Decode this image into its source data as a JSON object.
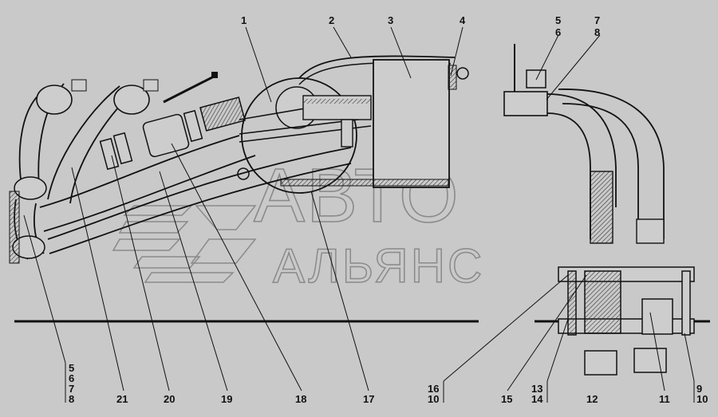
{
  "watermark": {
    "line1": "АВТО",
    "line2": "АЛЬЯНС"
  },
  "callouts": {
    "c1": "1",
    "c2": "2",
    "c3": "3",
    "c4": "4",
    "c5": "5",
    "c6": "6",
    "c7": "7",
    "c8": "8",
    "c5678_a": "5",
    "c5678_b": "6",
    "c5678_c": "7",
    "c5678_d": "8",
    "c21": "21",
    "c20": "20",
    "c19": "19",
    "c18": "18",
    "c17": "17",
    "c16": "16",
    "c10a": "10",
    "c15": "15",
    "c13": "13",
    "c14": "14",
    "c12": "12",
    "c11": "11",
    "c9": "9",
    "c10b": "10"
  },
  "colors": {
    "background": "#c9c9c9",
    "line": "#111111",
    "part_fill": "#cdcdcd",
    "hatch": "#555555",
    "watermark": "#8a8a8a"
  }
}
